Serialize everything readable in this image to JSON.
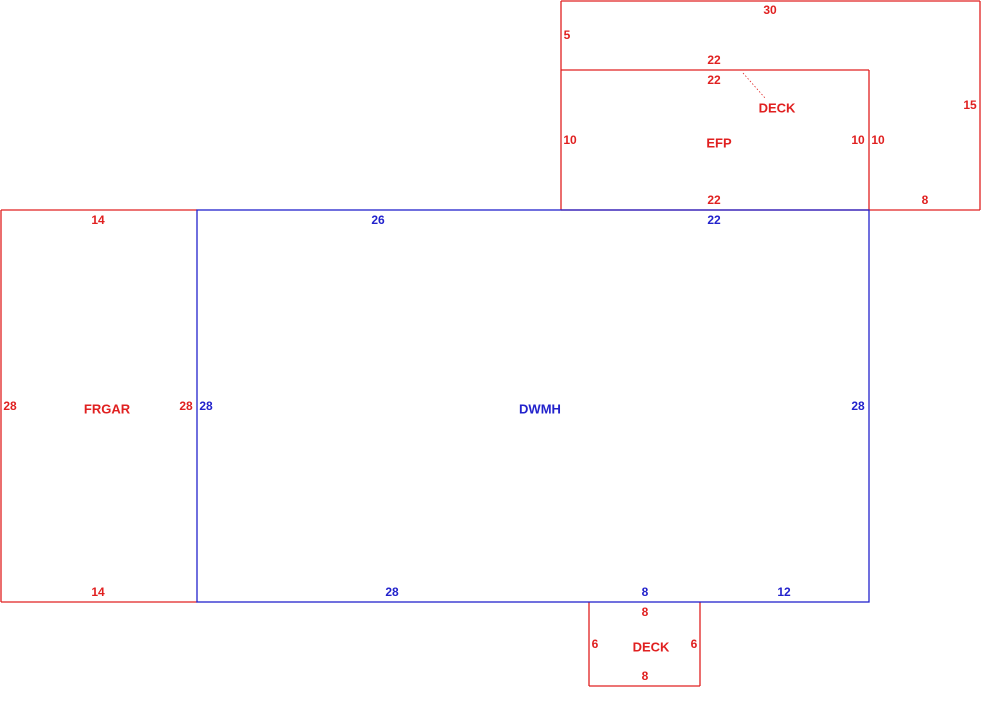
{
  "colors": {
    "addition": "#e02020",
    "main": "#2222cc",
    "background": "#ffffff"
  },
  "areas": {
    "main": "DWMH",
    "garage": "FRGAR",
    "porch": "EFP",
    "deck_upper": "DECK",
    "deck_lower": "DECK"
  },
  "dimensions": {
    "upper_deck_top": "30",
    "upper_deck_left": "5",
    "upper_deck_right": "15",
    "upper_deck_bottom": "8",
    "upper_deck_inner": "10",
    "porch_top_outer": "22",
    "porch_top_inner": "22",
    "porch_left": "10",
    "porch_right": "10",
    "porch_bottom": "22",
    "main_top_left": "26",
    "main_top_right": "22",
    "main_left": "28",
    "main_right": "28",
    "main_bottom_left": "28",
    "main_bottom_mid": "8",
    "main_bottom_right": "12",
    "garage_top": "14",
    "garage_left": "28",
    "garage_right": "28",
    "garage_bottom": "14",
    "lower_deck_top": "8",
    "lower_deck_left": "6",
    "lower_deck_right": "6",
    "lower_deck_bottom": "8"
  }
}
